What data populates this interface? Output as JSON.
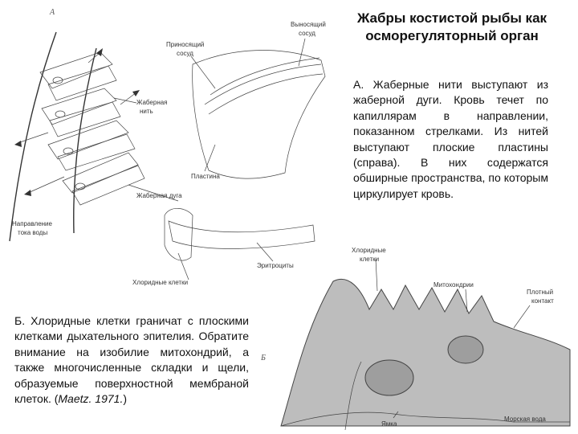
{
  "slide": {
    "title": "Жабры костистой рыбы как осморегуляторный орган",
    "paragraph_a": "А. Жаберные нити выступают из жаберной дуги. Кровь течет по капиллярам в направлении, показанном стрелками. Из нитей выступают плоские пластины (справа). В них содержатся обширные пространства, по которым циркулирует кровь.",
    "paragraph_b_main": "Б. Хлоридные клетки граничат с плоскими клетками дыхательного эпителия. Обратите внимание на изобилие митохондрий, а также многочисленные складки и щели, образуемые поверхностной мембраной клеток. (",
    "paragraph_b_citation": "Maetz. 1971.",
    "paragraph_b_end": ")"
  },
  "figure_a": {
    "letter": "А",
    "labels": {
      "efferent_vessel_1": "Выносящий",
      "efferent_vessel_2": "сосуд",
      "afferent_vessel_1": "Приносящий",
      "afferent_vessel_2": "сосуд",
      "gill_filament_1": "Жаберная",
      "gill_filament_2": "нить",
      "lamella": "Пластина",
      "gill_arch": "Жаберная дуга",
      "water_flow_1": "Направление",
      "water_flow_2": "тока воды",
      "erythrocytes": "Эритроциты",
      "chloride_cells": "Хлоридные клетки"
    }
  },
  "figure_b": {
    "letter": "Б",
    "labels": {
      "chloride_cells_1": "Хлоридные",
      "chloride_cells_2": "клетки",
      "mitochondria": "Митохондрии",
      "tight_junction_1": "Плотный",
      "tight_junction_2": "контакт",
      "pit": "Ямка",
      "sea_water": "Морская вода"
    }
  },
  "colors": {
    "text": "#111111",
    "drawing": "#444444",
    "tissue_fill": "#bdbdbd"
  }
}
